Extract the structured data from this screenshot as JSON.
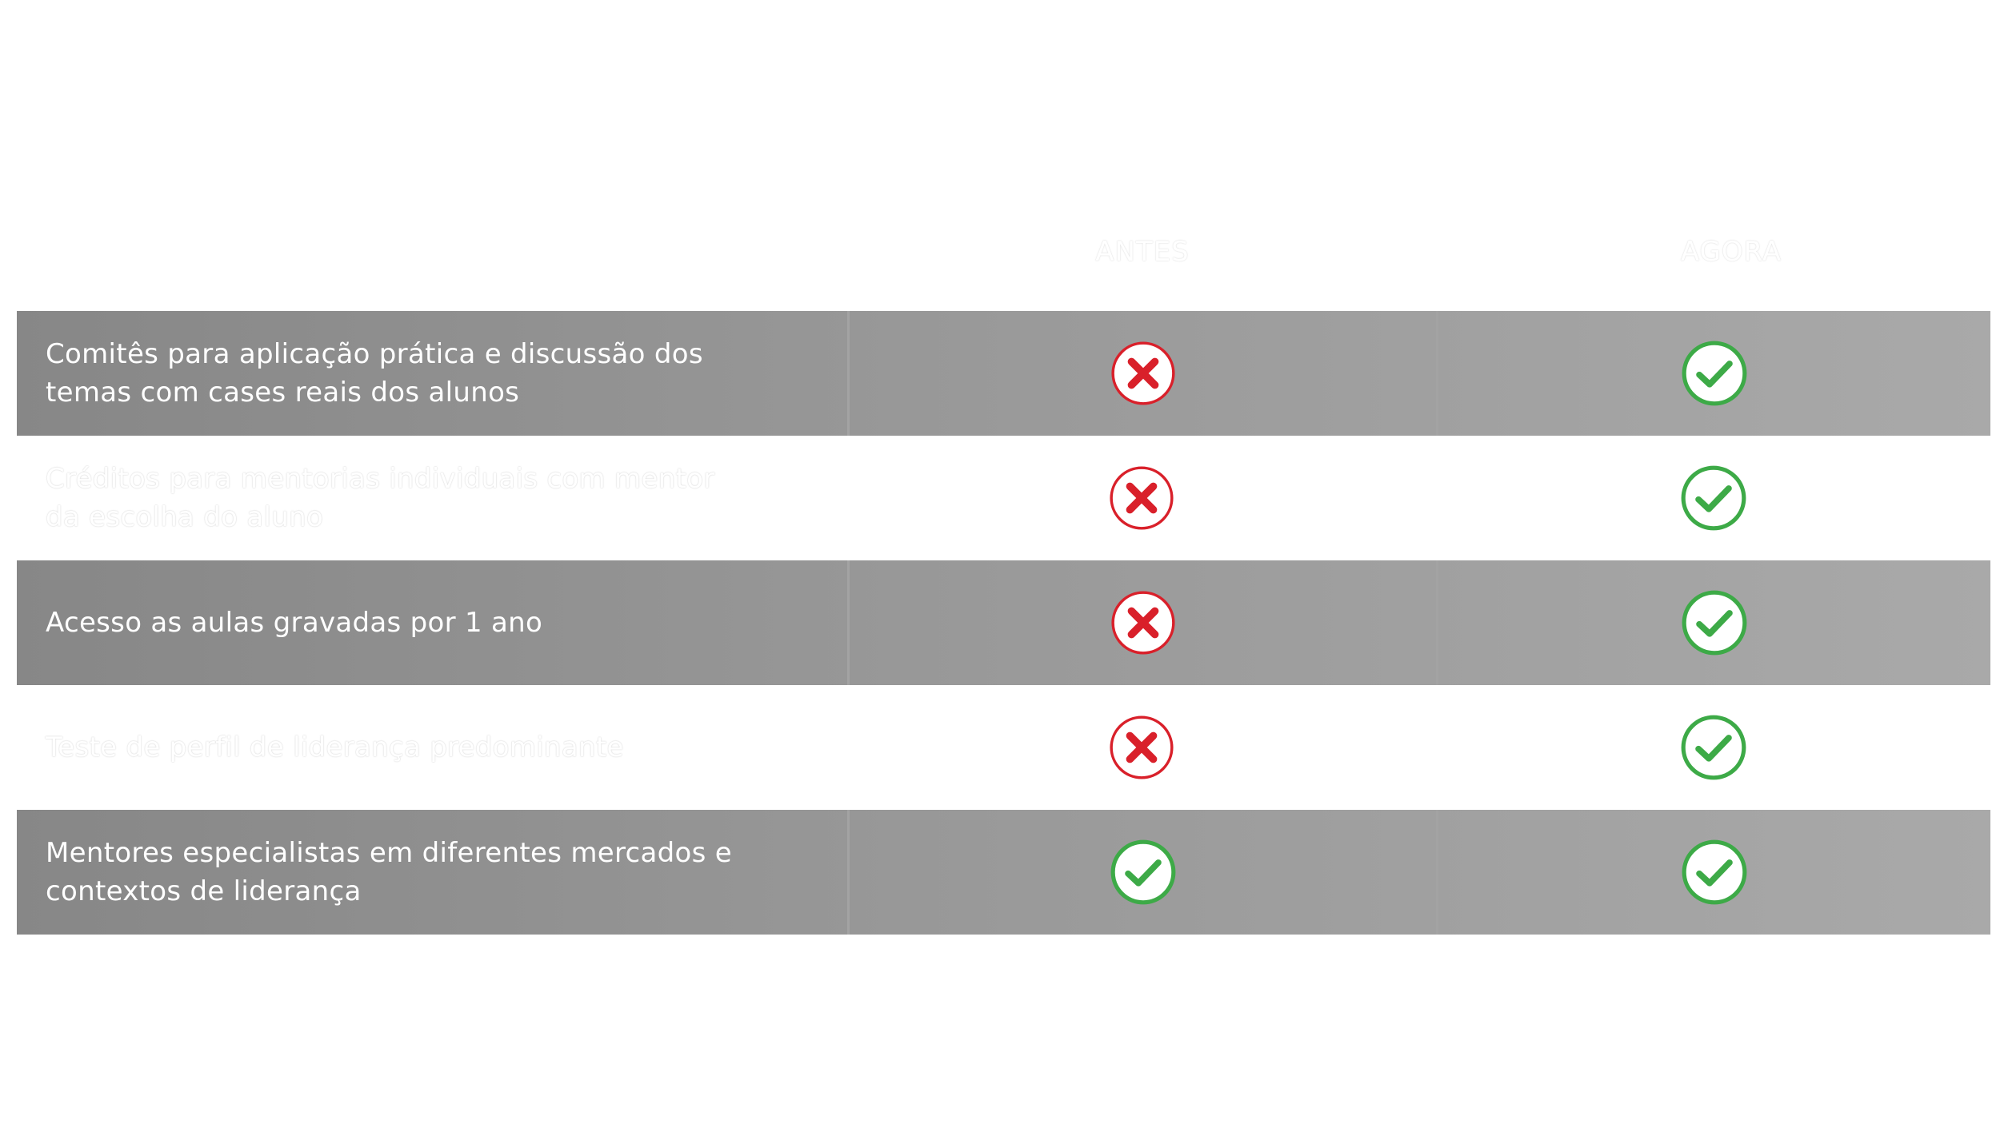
{
  "columns": {
    "antes": "ANTES",
    "agora": "AGORA"
  },
  "colors": {
    "row_dark": "#8a8a8a",
    "check_green": "#3daa47",
    "cross_red": "#d9202a"
  },
  "rows": [
    {
      "feature": "Comitês para aplicação prática e discussão  dos\ntemas com cases reais dos alunos",
      "antes": "cross-icon",
      "agora": "check-icon"
    },
    {
      "feature": "Créditos para mentorias individuais com mentor\nda escolha do aluno",
      "antes": "cross-icon",
      "agora": "check-icon"
    },
    {
      "feature": "Acesso as aulas gravadas por 1 ano",
      "antes": "cross-icon",
      "agora": "check-icon"
    },
    {
      "feature": "Teste de perfil de liderança predominante",
      "antes": "cross-icon",
      "agora": "check-icon"
    },
    {
      "feature": "Mentores especialistas em diferentes mercados e\ncontextos de liderança",
      "antes": "check-icon",
      "agora": "check-icon"
    }
  ]
}
